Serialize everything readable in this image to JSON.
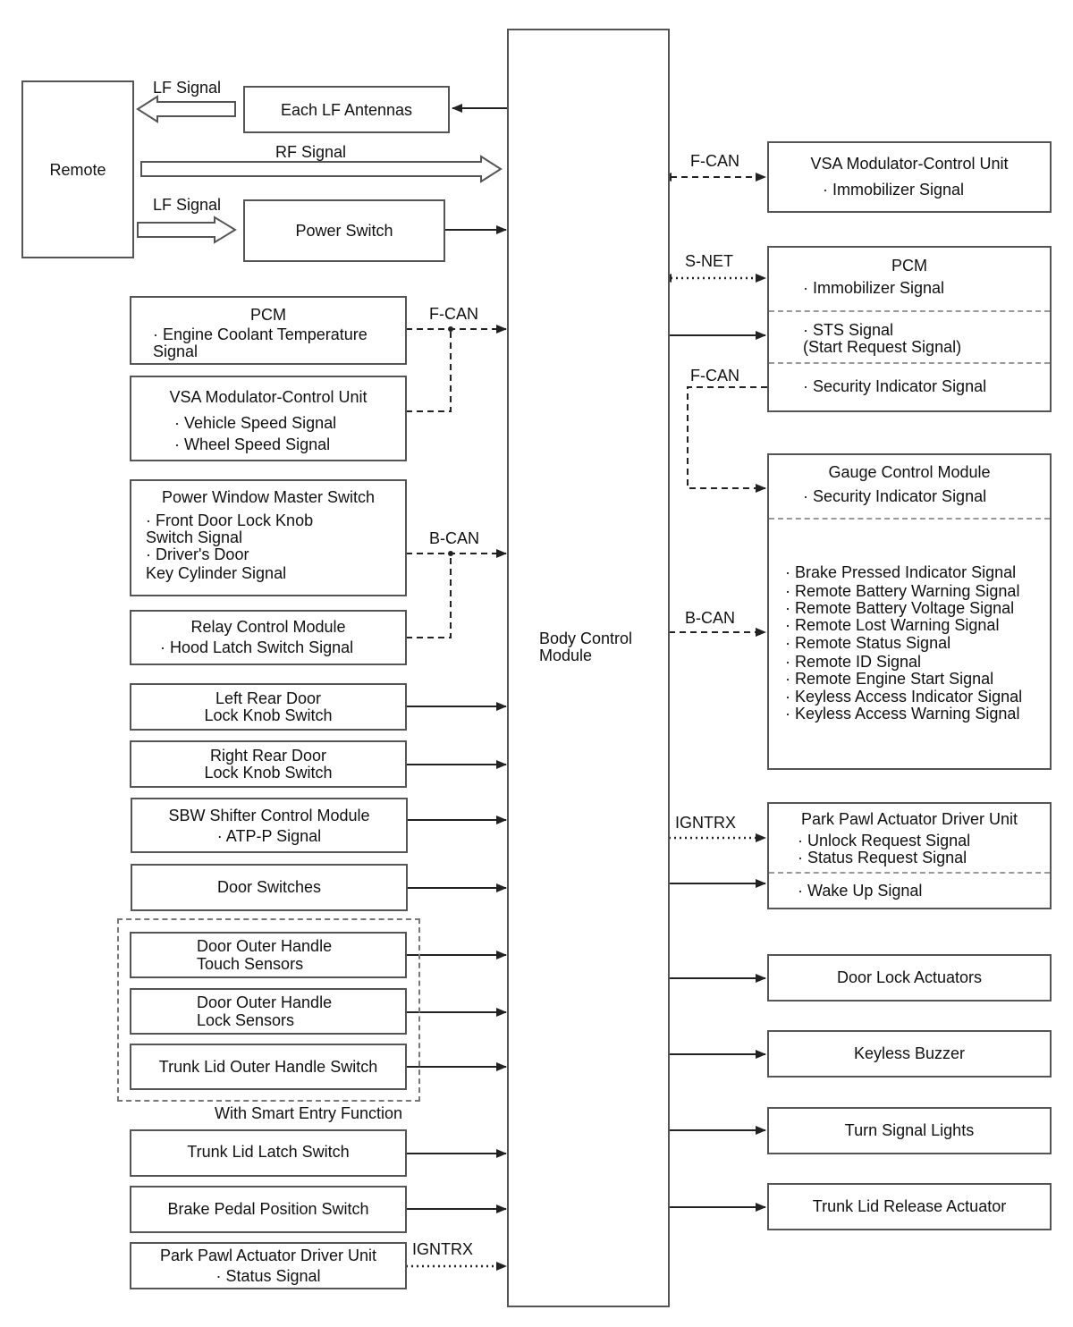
{
  "remote": {
    "label": "Remote"
  },
  "signals": {
    "lf_signal": "LF Signal",
    "rf_signal": "RF Signal",
    "lf_signal_2": "LF Signal",
    "fcan_1": "F-CAN",
    "bcan_1": "B-CAN",
    "ignt_left": "IGNTRX",
    "fcan_right_1": "F-CAN",
    "snet": "S-NET",
    "fcan_right_2": "F-CAN",
    "bcan_right": "B-CAN",
    "ignt_right": "IGNTRX"
  },
  "left": {
    "lf_antennas": "Each LF Antennas",
    "power_switch": "Power Switch",
    "pcm": {
      "title": "PCM",
      "line1": "· Engine Coolant Temperature",
      "line2": "Signal"
    },
    "vsa": {
      "title": "VSA Modulator-Control Unit",
      "line1": "· Vehicle Speed Signal",
      "line2": "· Wheel Speed Signal"
    },
    "pwms": {
      "title": "Power Window Master Switch",
      "line1": "· Front Door Lock Knob",
      "line2": "Switch Signal",
      "line3": "· Driver's Door",
      "line4": "Key Cylinder Signal"
    },
    "relay": {
      "title": "Relay Control Module",
      "line1": "· Hood Latch Switch Signal"
    },
    "left_rear": {
      "line1": "Left Rear Door",
      "line2": "Lock Knob Switch"
    },
    "right_rear": {
      "line1": "Right Rear Door",
      "line2": "Lock Knob Switch"
    },
    "sbw": {
      "title": "SBW Shifter Control Module",
      "line1": "· ATP-P Signal"
    },
    "door_switches": "Door Switches",
    "touch": {
      "line1": "Door Outer Handle",
      "line2": "Touch Sensors"
    },
    "lock": {
      "line1": "Door Outer Handle",
      "line2": "Lock Sensors"
    },
    "trunk_outer": "Trunk Lid Outer Handle Switch",
    "smart_entry": "With Smart Entry Function",
    "trunk_latch": "Trunk Lid Latch Switch",
    "brake": "Brake Pedal Position Switch",
    "park_pawl": {
      "title": "Park Pawl Actuator Driver Unit",
      "line1": "· Status Signal"
    }
  },
  "bcm": {
    "line1": "Body Control",
    "line2": "Module"
  },
  "right": {
    "vsa": {
      "title": "VSA Modulator-Control Unit",
      "line1": "· Immobilizer Signal"
    },
    "pcm": {
      "title": "PCM",
      "line1": "· Immobilizer Signal",
      "line2": "· STS Signal",
      "line3": "(Start Request Signal)",
      "line4": "· Security Indicator Signal"
    },
    "gauge": {
      "title": "Gauge Control Module",
      "line1": "· Security Indicator Signal",
      "items": [
        "· Brake Pressed Indicator Signal",
        "· Remote Battery Warning Signal",
        "· Remote Battery Voltage Signal",
        "· Remote Lost Warning Signal",
        "· Remote Status Signal",
        "· Remote ID Signal",
        "· Remote Engine Start Signal",
        "· Keyless Access Indicator Signal",
        "· Keyless Access Warning Signal"
      ]
    },
    "park_pawl": {
      "title": "Park Pawl Actuator Driver Unit",
      "line1": "· Unlock Request Signal",
      "line2": "· Status Request Signal",
      "line3": "· Wake Up Signal"
    },
    "door_lock": "Door Lock Actuators",
    "buzzer": "Keyless Buzzer",
    "turn": "Turn Signal Lights",
    "trunk_release": "Trunk Lid Release Actuator"
  }
}
